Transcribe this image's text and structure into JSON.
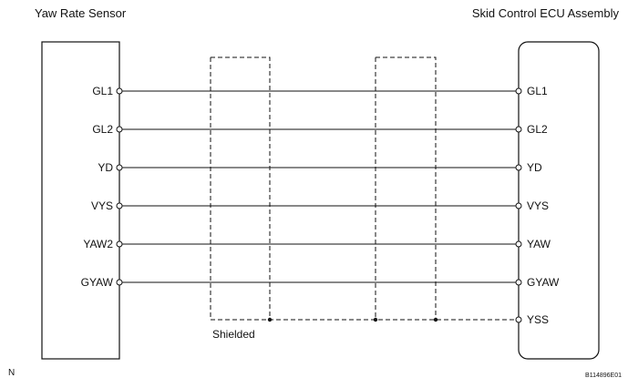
{
  "left_component": {
    "title": "Yaw Rate Sensor",
    "pins": [
      "GL1",
      "GL2",
      "YD",
      "VYS",
      "YAW2",
      "GYAW"
    ]
  },
  "right_component": {
    "title": "Skid Control ECU Assembly",
    "pins": [
      "GL1",
      "GL2",
      "YD",
      "VYS",
      "YAW",
      "GYAW",
      "YSS"
    ]
  },
  "shield": {
    "label": "Shielded"
  },
  "footer": {
    "left_mark": "N",
    "code": "B114896E01"
  },
  "colors": {
    "line": "#111111",
    "background": "#ffffff"
  }
}
